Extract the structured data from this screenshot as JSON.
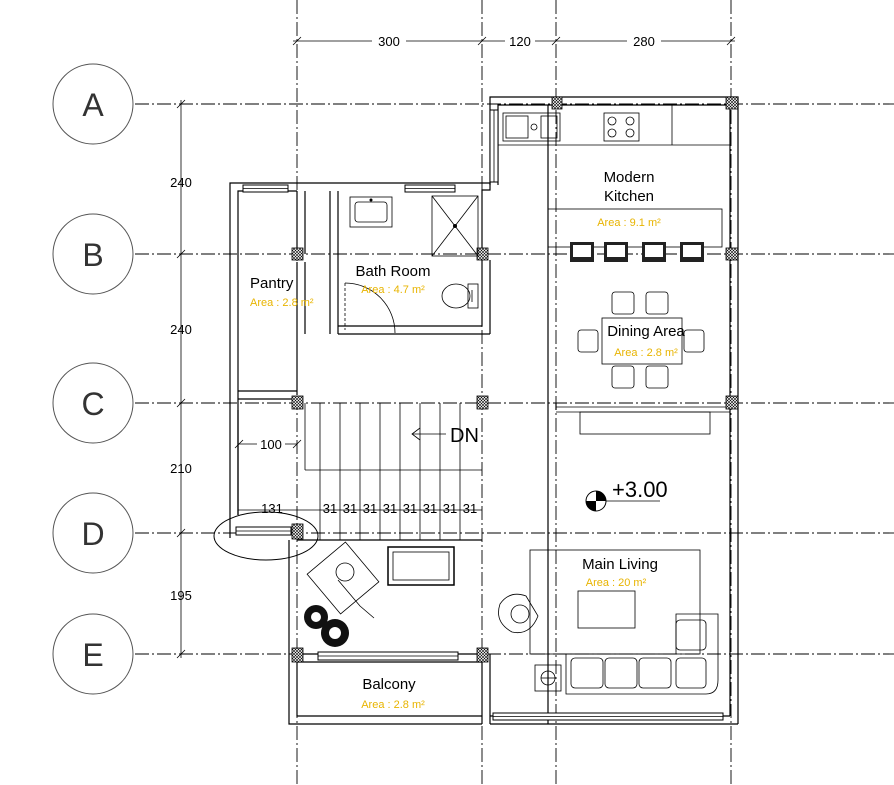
{
  "dimensions": {
    "top": [
      "300",
      "120",
      "280"
    ],
    "left": [
      "240",
      "240",
      "210",
      "195"
    ],
    "stair_width": "100",
    "landing": "131",
    "steps": [
      "31",
      "31",
      "31",
      "31",
      "31",
      "31",
      "31",
      "31"
    ]
  },
  "grid_labels": [
    "A",
    "B",
    "C",
    "D",
    "E"
  ],
  "rooms": {
    "kitchen": {
      "name_line1": "Modern",
      "name_line2": "Kitchen",
      "area": "Area : 9.1 m²"
    },
    "bath": {
      "name": "Bath Room",
      "area": "Area : 4.7 m²"
    },
    "pantry": {
      "name": "Pantry",
      "area": "Area : 2.8 m²"
    },
    "dining": {
      "name": "Dining Area",
      "area": "Area : 2.8 m²"
    },
    "living": {
      "name": "Main Living",
      "area": "Area : 20 m²"
    },
    "balcony": {
      "name": "Balcony",
      "area": "Area : 2.8 m²"
    }
  },
  "stair": {
    "direction": "DN"
  },
  "level": {
    "value": "+3.00"
  }
}
